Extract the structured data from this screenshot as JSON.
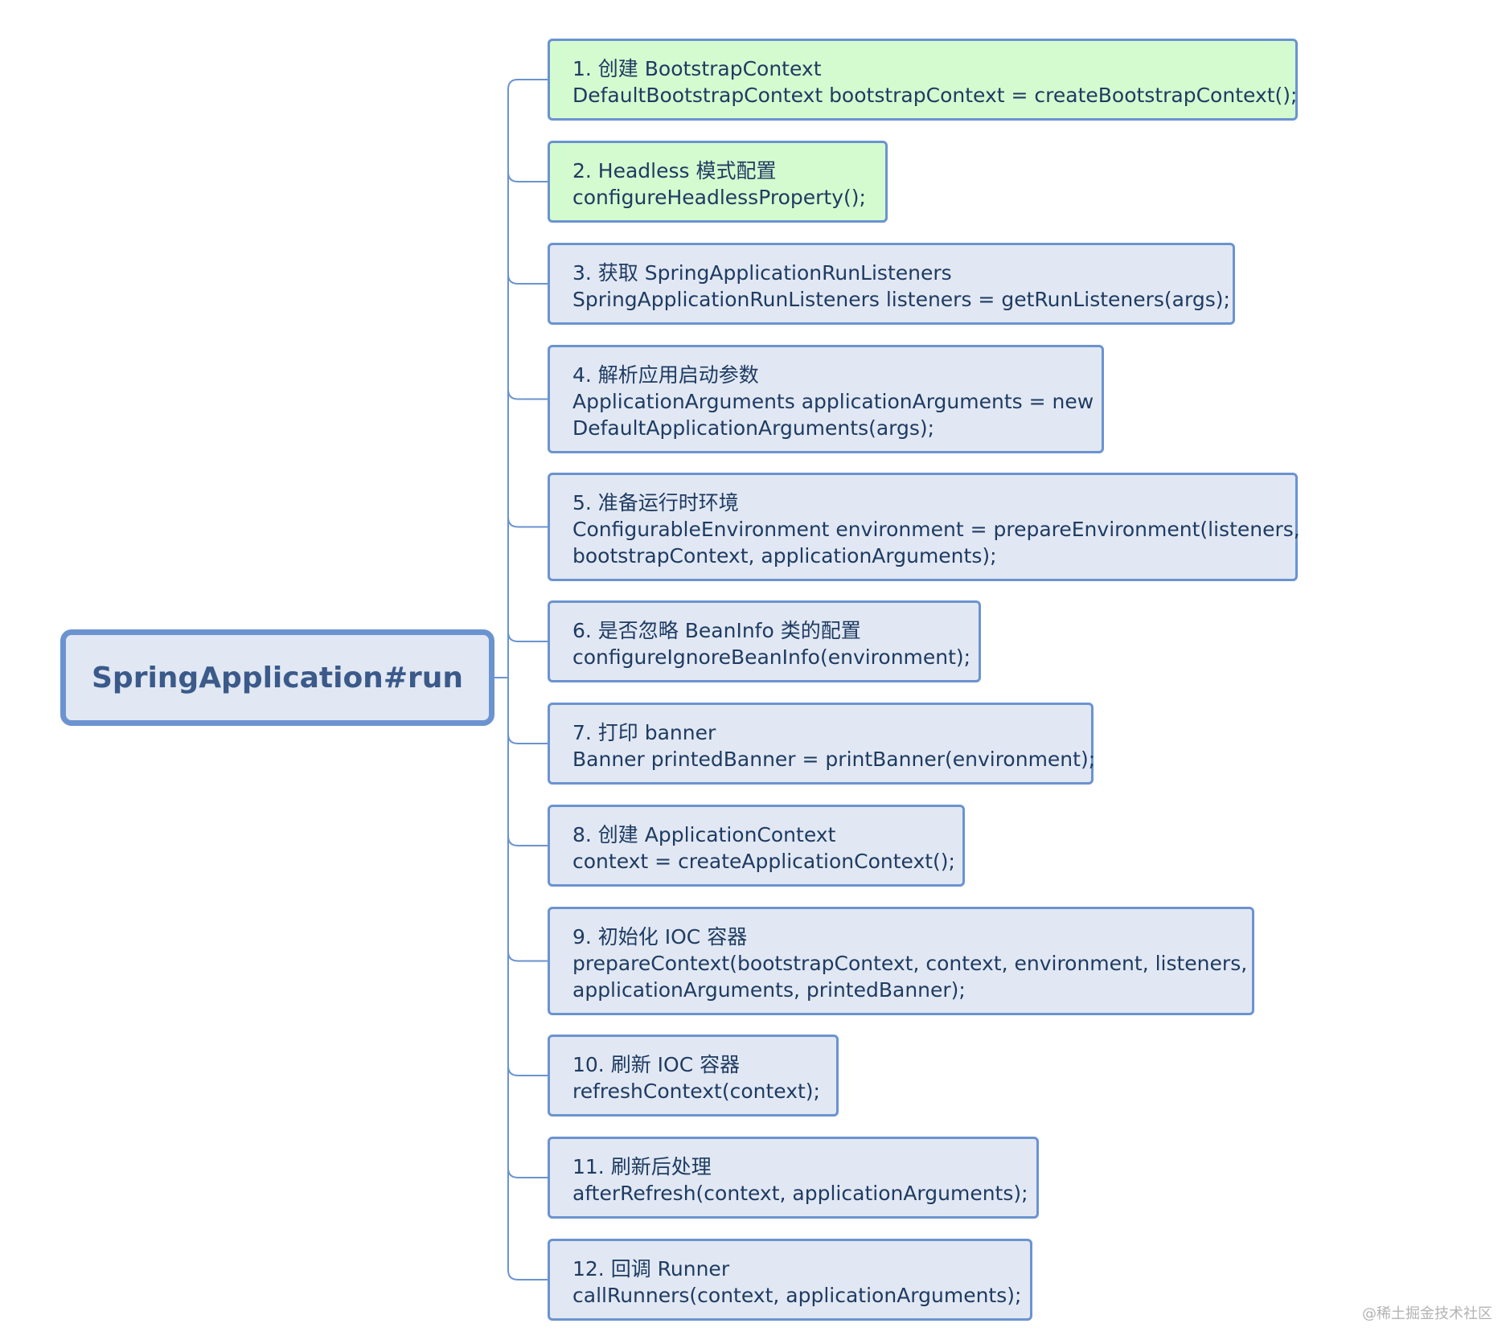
{
  "root": {
    "label": "SpringApplication#run"
  },
  "steps": [
    {
      "title": "1. 创建 BootstrapContext",
      "code": [
        "DefaultBootstrapContext bootstrapContext = createBootstrapContext();"
      ],
      "highlight": true
    },
    {
      "title": "2. Headless 模式配置",
      "code": [
        "configureHeadlessProperty();"
      ],
      "highlight": true
    },
    {
      "title": "3. 获取 SpringApplicationRunListeners",
      "code": [
        "SpringApplicationRunListeners listeners = getRunListeners(args);"
      ],
      "highlight": false
    },
    {
      "title": "4. 解析应用启动参数",
      "code": [
        "ApplicationArguments applicationArguments = new",
        "DefaultApplicationArguments(args);"
      ],
      "highlight": false
    },
    {
      "title": "5. 准备运行时环境",
      "code": [
        "ConfigurableEnvironment environment = prepareEnvironment(listeners,",
        "bootstrapContext, applicationArguments);"
      ],
      "highlight": false
    },
    {
      "title": "6. 是否忽略 BeanInfo 类的配置",
      "code": [
        "configureIgnoreBeanInfo(environment);"
      ],
      "highlight": false
    },
    {
      "title": "7. 打印 banner",
      "code": [
        "Banner printedBanner = printBanner(environment);"
      ],
      "highlight": false
    },
    {
      "title": "8. 创建 ApplicationContext",
      "code": [
        "context = createApplicationContext();"
      ],
      "highlight": false
    },
    {
      "title": "9. 初始化 IOC 容器",
      "code": [
        "prepareContext(bootstrapContext, context, environment, listeners,",
        "applicationArguments, printedBanner);"
      ],
      "highlight": false
    },
    {
      "title": "10. 刷新 IOC 容器",
      "code": [
        "refreshContext(context);"
      ],
      "highlight": false
    },
    {
      "title": "11. 刷新后处理",
      "code": [
        "afterRefresh(context, applicationArguments);"
      ],
      "highlight": false
    },
    {
      "title": "12. 回调 Runner",
      "code": [
        "callRunners(context, applicationArguments);"
      ],
      "highlight": false
    }
  ],
  "watermark": "@稀土掘金技术社区",
  "colors": {
    "node_fill": "#e1e8f3",
    "node_highlight_fill": "#d4fbcf",
    "node_border": "#6b93d0",
    "connector": "#6b93d0",
    "root_text": "#3b5a8a",
    "step_text": "#1f3b62"
  }
}
